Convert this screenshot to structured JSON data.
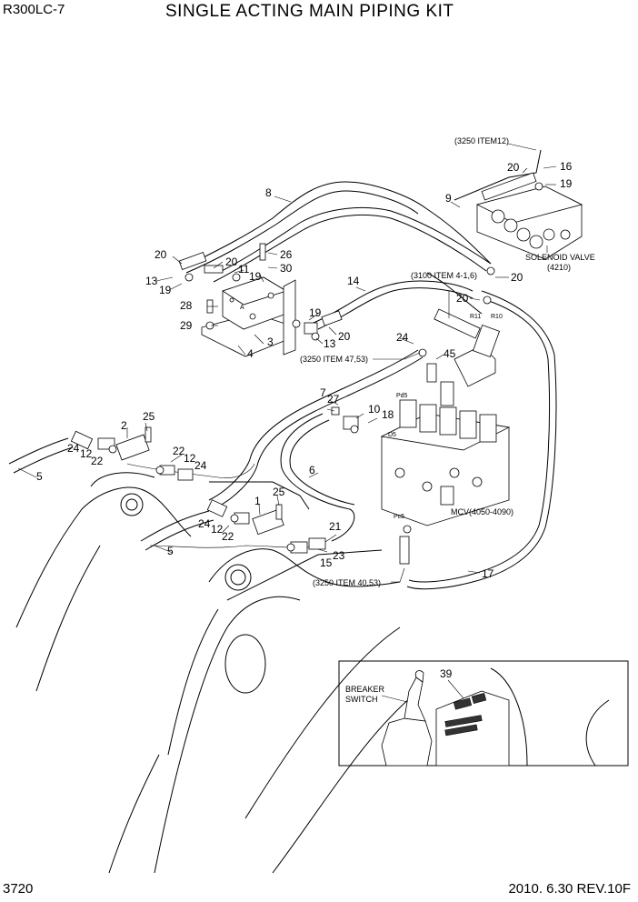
{
  "header": {
    "model": "R300LC-7",
    "title": "SINGLE ACTING MAIN PIPING KIT"
  },
  "footer": {
    "page_number": "3720",
    "revision": "2010. 6.30  REV.10F"
  },
  "references": {
    "ref_3250_item12": "(3250 ITEM12)",
    "ref_3100_item": "(3100 ITEM 4-1,6)",
    "ref_3250_item47": "(3250 ITEM 47,53)",
    "ref_3250_item40": "(3250 ITEM 40,53)",
    "solenoid_label": "SOLENOID VALVE",
    "solenoid_code": "(4210)",
    "mcv_label": "MCV(4050-4090)",
    "breaker_label_1": "BREAKER",
    "breaker_label_2": "SWITCH",
    "port_r11": "R11",
    "port_r10": "R10",
    "port_pd5": "Pd5",
    "port_d5": "D5",
    "port_pc5": "Pc5",
    "port_a": "A"
  },
  "callouts": {
    "c1": "1",
    "c2": "2",
    "c3": "3",
    "c4": "4",
    "c5a": "5",
    "c5b": "5",
    "c6": "6",
    "c7": "7",
    "c8": "8",
    "c9": "9",
    "c10": "10",
    "c11": "11",
    "c12a": "12",
    "c12b": "12",
    "c12c": "12",
    "c13a": "13",
    "c13b": "13",
    "c14": "14",
    "c15": "15",
    "c16": "16",
    "c17": "17",
    "c18": "18",
    "c19a": "19",
    "c19b": "19",
    "c19c": "19",
    "c19d": "19",
    "c20a": "20",
    "c20b": "20",
    "c20c": "20",
    "c20d": "20",
    "c20e": "20",
    "c20f": "20",
    "c21": "21",
    "c22a": "22",
    "c22b": "22",
    "c22c": "22",
    "c23": "23",
    "c24a": "24",
    "c24b": "24",
    "c24c": "24",
    "c24d": "24",
    "c25a": "25",
    "c25b": "25",
    "c26": "26",
    "c27": "27",
    "c28": "28",
    "c29": "29",
    "c30": "30",
    "c39": "39",
    "c45": "45"
  }
}
